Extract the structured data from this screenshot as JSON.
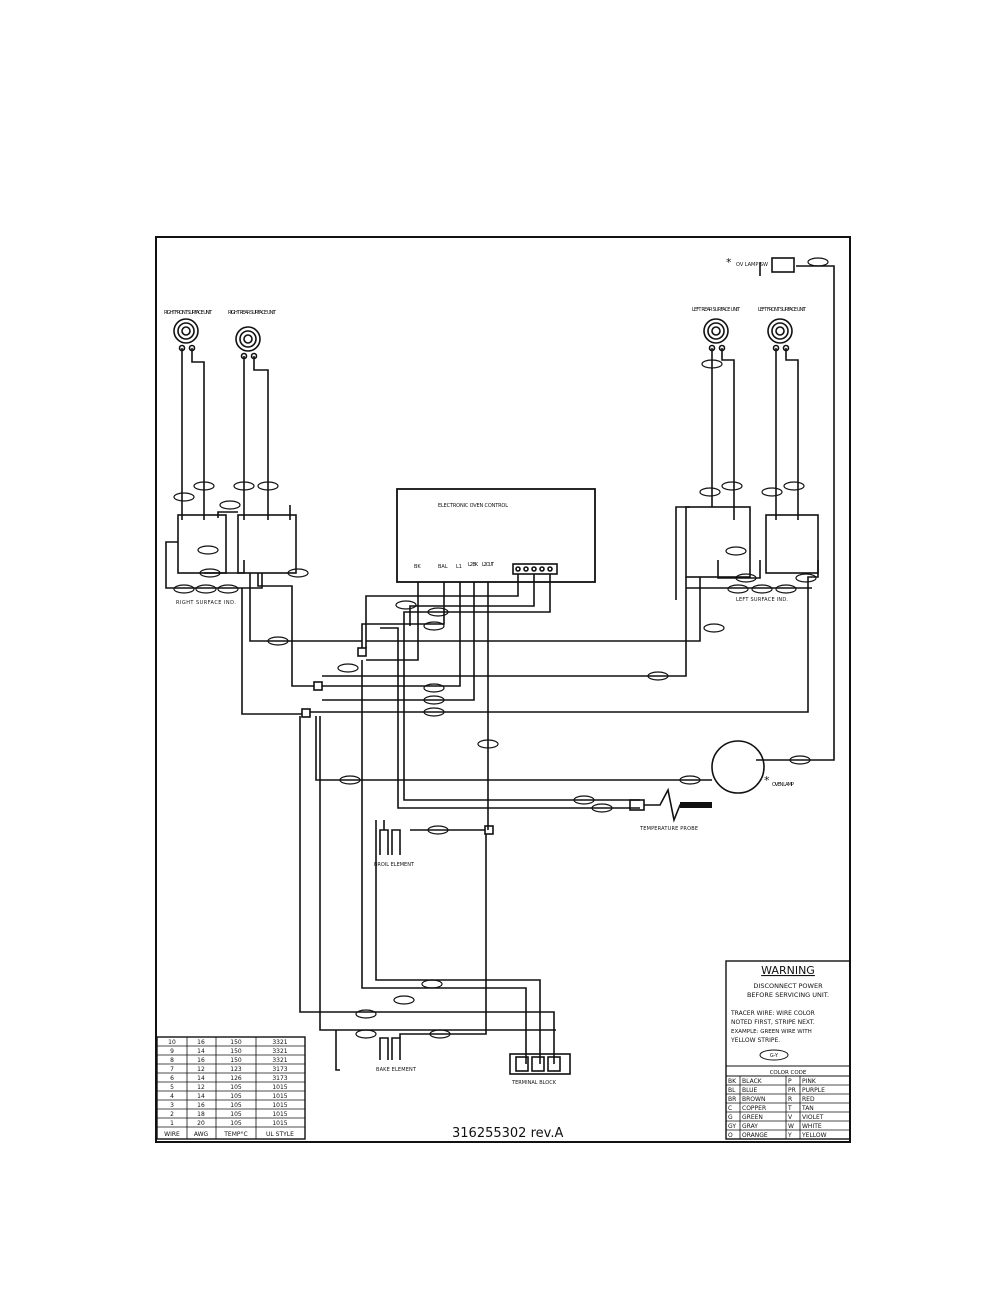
{
  "drawing_number": "316255302 rev.A",
  "components": {
    "rf_surface_unit": "RIGHT FRONT SURFACE UNIT",
    "rr_surface_unit": "RIGHT REAR SURFACE UNIT",
    "lr_surface_unit": "LEFT REAR SURFACE UNIT",
    "lf_surface_unit": "LEFT FRONT SURFACE UNIT",
    "oven_lamp_sw": "OV LAMP SW",
    "oven_lamp": "OVEN LAMP",
    "electronic_oven_control": "ELECTRONIC OVEN CONTROL",
    "right_surface_ind": "RIGHT SURFACE IND.",
    "left_surface_ind": "LEFT SURFACE IND.",
    "broil_element": "BROIL ELEMENT",
    "bake_element": "BAKE ELEMENT",
    "temperature_probe": "TEMPERATURE PROBE",
    "terminal_block": "TERMINAL BLOCK",
    "asterisk": "*"
  },
  "eoc_terminals": [
    "BK",
    "BAL",
    "L1",
    "L2 BK",
    "L2 OUT"
  ],
  "warning": {
    "title": "WARNING",
    "line1": "DISCONNECT POWER",
    "line2": "BEFORE SERVICING UNIT.",
    "tracer_1": "TRACER WIRE:  WIRE COLOR",
    "tracer_2": "NOTED FIRST, STRIPE NEXT.",
    "tracer_3": "EXAMPLE:  GREEN WIRE WITH",
    "tracer_4": "YELLOW STRIPE.",
    "example_tag": "G-Y"
  },
  "color_code": {
    "title": "COLOR CODE",
    "rows": [
      [
        "BK",
        "BLACK",
        "P",
        "PINK"
      ],
      [
        "BL",
        "BLUE",
        "PR",
        "PURPLE"
      ],
      [
        "BR",
        "BROWN",
        "R",
        "RED"
      ],
      [
        "C",
        "COPPER",
        "T",
        "TAN"
      ],
      [
        "G",
        "GREEN",
        "V",
        "VIOLET"
      ],
      [
        "GY",
        "GRAY",
        "W",
        "WHITE"
      ],
      [
        "O",
        "ORANGE",
        "Y",
        "YELLOW"
      ]
    ]
  },
  "wire_table": {
    "headers": [
      "WIRE",
      "AWG",
      "TEMP°C",
      "UL STYLE"
    ],
    "rows": [
      [
        "10",
        "16",
        "150",
        "3321"
      ],
      [
        "9",
        "14",
        "150",
        "3321"
      ],
      [
        "8",
        "16",
        "150",
        "3321"
      ],
      [
        "7",
        "12",
        "123",
        "3173"
      ],
      [
        "6",
        "14",
        "126",
        "3173"
      ],
      [
        "5",
        "12",
        "105",
        "1015"
      ],
      [
        "4",
        "14",
        "105",
        "1015"
      ],
      [
        "3",
        "16",
        "105",
        "1015"
      ],
      [
        "2",
        "18",
        "105",
        "1015"
      ],
      [
        "1",
        "20",
        "105",
        "1015"
      ]
    ]
  },
  "colors": {
    "ink": "#111111",
    "paper": "#ffffff"
  }
}
